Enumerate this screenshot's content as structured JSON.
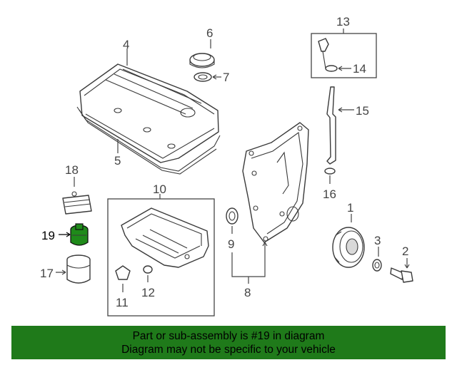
{
  "labels": {
    "l1": "1",
    "l2": "2",
    "l3": "3",
    "l4": "4",
    "l5": "5",
    "l6": "6",
    "l7": "7",
    "l8": "8",
    "l9": "9",
    "l10": "10",
    "l11": "11",
    "l12": "12",
    "l13": "13",
    "l14": "14",
    "l15": "15",
    "l16": "16",
    "l17": "17",
    "l18": "18",
    "l19": "19"
  },
  "highlight_part": "19",
  "colors": {
    "banner": "#1f7a1a",
    "highlight": "#1f8a1a",
    "line": "#3a3a3a"
  },
  "banner": {
    "line1": "Part or sub-assembly is #19 in diagram",
    "line2": "Diagram may not be specific to your vehicle"
  }
}
